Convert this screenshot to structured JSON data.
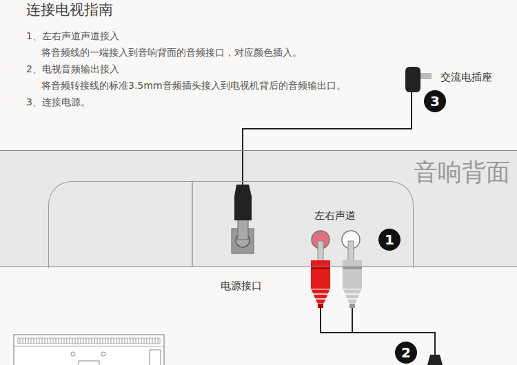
{
  "diagram": {
    "title": "连接电视指南",
    "nodes": [
      {
        "text": [
          "3"
        ]
      },
      {
        "text": [
          "音响背面"
        ]
      },
      {
        "text": [
          "左右声道"
        ],
        "in": 1
      },
      {
        "text": [
          "1"
        ],
        "in": 2
      },
      {
        "text": [
          "2"
        ]
      }
    ],
    "labels": [
      "1、左右声道声道接入",
      "将音频线的一端接入到音响背面的音频接口，对应颜色插入。",
      "2、电视音频输出接入",
      "将音频转接线的标准3.5mm音频插头接入到电视机背后的音频输出口。",
      "3、连接电源。",
      "交流电插座",
      "电源接口"
    ]
  }
}
